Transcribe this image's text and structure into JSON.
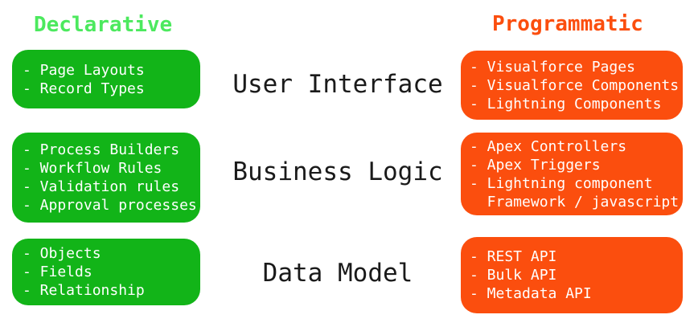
{
  "diagram": {
    "left_header": "Declarative",
    "right_header": "Programmatic",
    "rows": [
      {
        "label": "User Interface",
        "declarative": [
          "- Page Layouts",
          "- Record Types"
        ],
        "programmatic": [
          "- Visualforce Pages",
          "- Visualforce Components",
          "- Lightning Components"
        ]
      },
      {
        "label": "Business Logic",
        "declarative": [
          "- Process Builders",
          "- Workflow Rules",
          "- Validation rules",
          "- Approval processes"
        ],
        "programmatic": [
          "- Apex Controllers",
          "- Apex Triggers",
          "- Lightning component",
          "  Framework / javascript"
        ]
      },
      {
        "label": "Data Model",
        "declarative": [
          "- Objects",
          "- Fields",
          "- Relationship"
        ],
        "programmatic": [
          "- REST API",
          "- Bulk API",
          "- Metadata API"
        ]
      }
    ],
    "colors": {
      "header_green": "#4ce95e",
      "box_green": "#12b418",
      "orange": "#fb4e0e",
      "label_text": "#1a1a1a",
      "box_text": "#ffffff"
    }
  }
}
